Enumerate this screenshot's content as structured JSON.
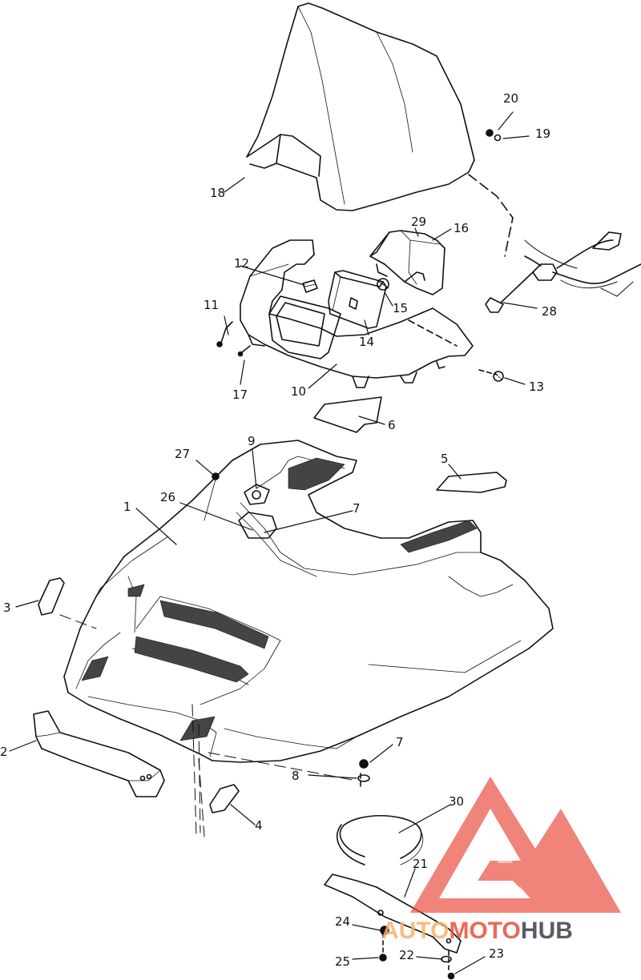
{
  "diagram": {
    "part_numbers": [
      "1",
      "2",
      "3",
      "4",
      "5",
      "6",
      "7",
      "8",
      "9",
      "10",
      "11",
      "12",
      "13",
      "14",
      "15",
      "16",
      "17",
      "18",
      "19",
      "20",
      "21",
      "22",
      "23",
      "24",
      "25",
      "26",
      "27",
      "28",
      "29",
      "30"
    ],
    "second_7": "7"
  },
  "watermark": {
    "brand_part1": "AUTO",
    "brand_part2": "MOTO",
    "brand_part3": "HUB",
    "colors": {
      "auto": "#f5b26b",
      "moto": "#e8503a",
      "hub": "#3a3f47",
      "triangle": "#ea4a3c"
    }
  }
}
